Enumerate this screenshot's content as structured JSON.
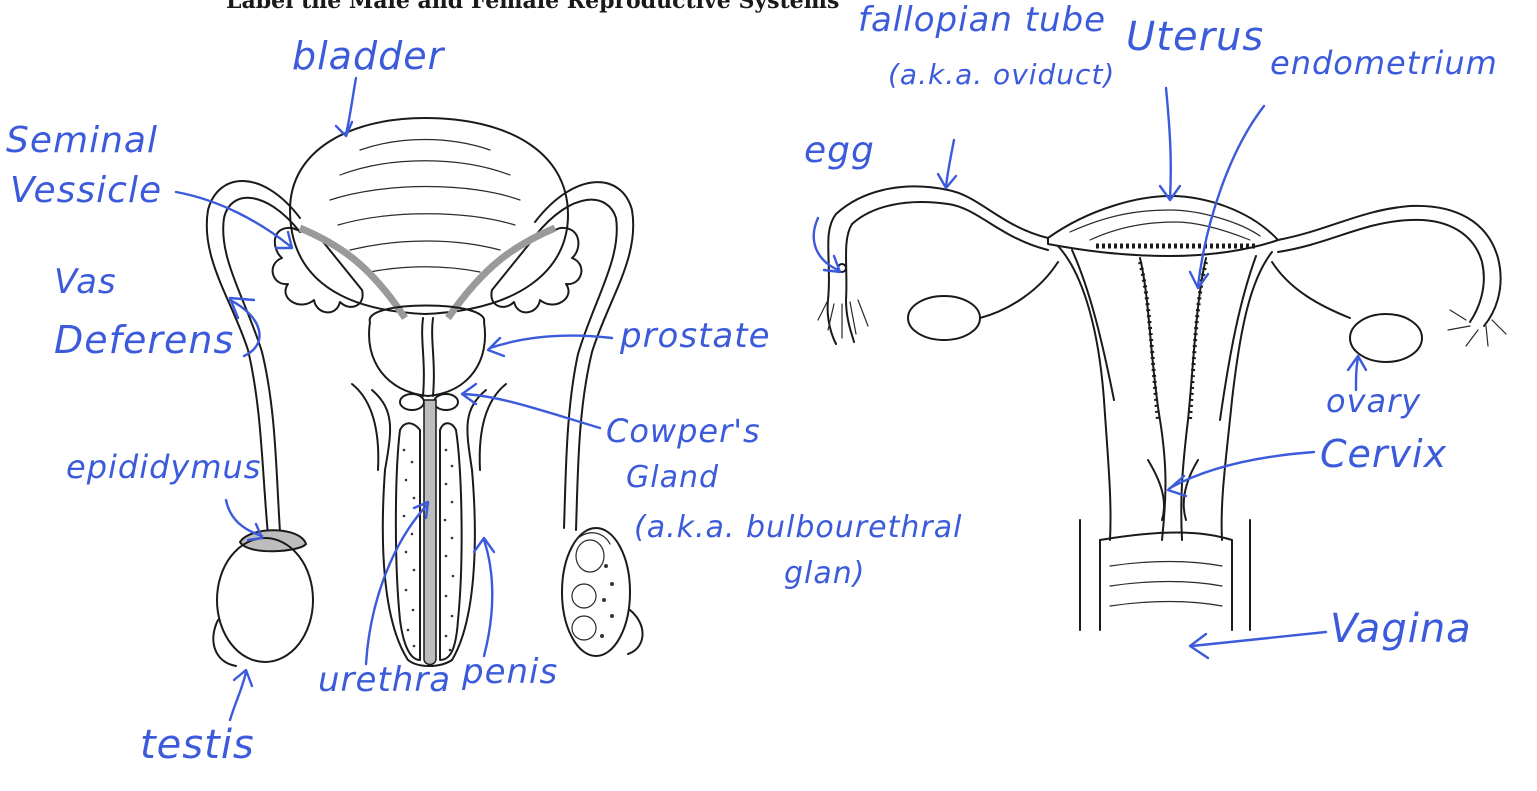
{
  "title": "Label the Male and Female Reproductive Systems",
  "colors": {
    "ink": "#1a1a1a",
    "label": "#3b5bdb",
    "tissue_gray": "#cfcfcf"
  },
  "male_labels": {
    "bladder": "bladder",
    "seminal_1": "Seminal",
    "seminal_2": "Vessicle",
    "vas_1": "Vas",
    "vas_2": "Deferens",
    "epididymus": "epididymus",
    "testis": "testis",
    "prostate": "prostate",
    "cowper_1": "Cowper's",
    "cowper_2": "Gland",
    "cowper_3": "(a.k.a. bulbourethral",
    "cowper_4": "glan)",
    "urethra": "urethra",
    "penis": "penis"
  },
  "female_labels": {
    "fallopian_1": "fallopian tube",
    "fallopian_2": "(a.k.a. oviduct)",
    "uterus": "Uterus",
    "endometrium": "endometrium",
    "egg": "egg",
    "ovary": "ovary",
    "cervix": "Cervix",
    "vagina": "Vagina"
  }
}
